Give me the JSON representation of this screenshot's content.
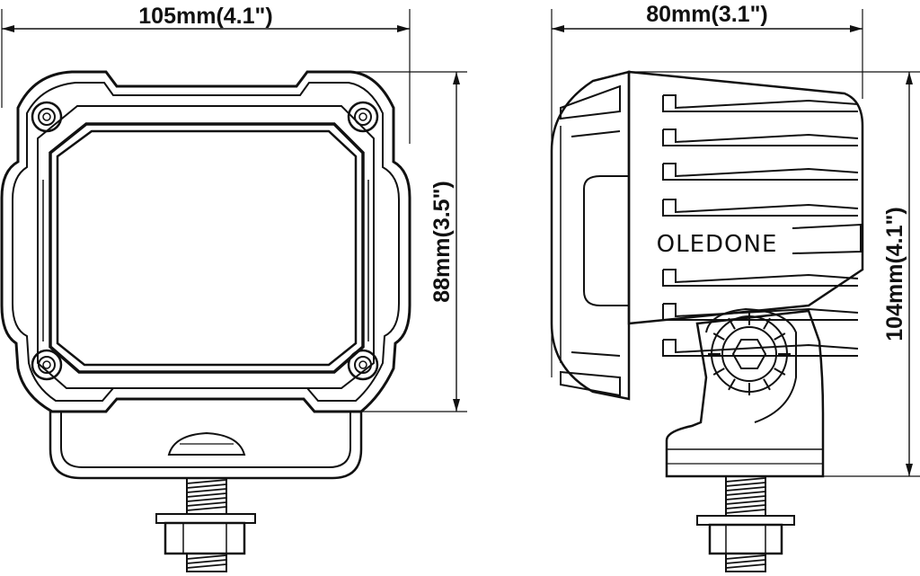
{
  "dimensions": {
    "front_width": "105mm(4.1\")",
    "front_height": "88mm(3.5\")",
    "side_depth": "80mm(3.1\")",
    "side_height": "104mm(4.1\")"
  },
  "brand": "OLEDONE",
  "colors": {
    "line": "#111111",
    "background": "#ffffff"
  }
}
